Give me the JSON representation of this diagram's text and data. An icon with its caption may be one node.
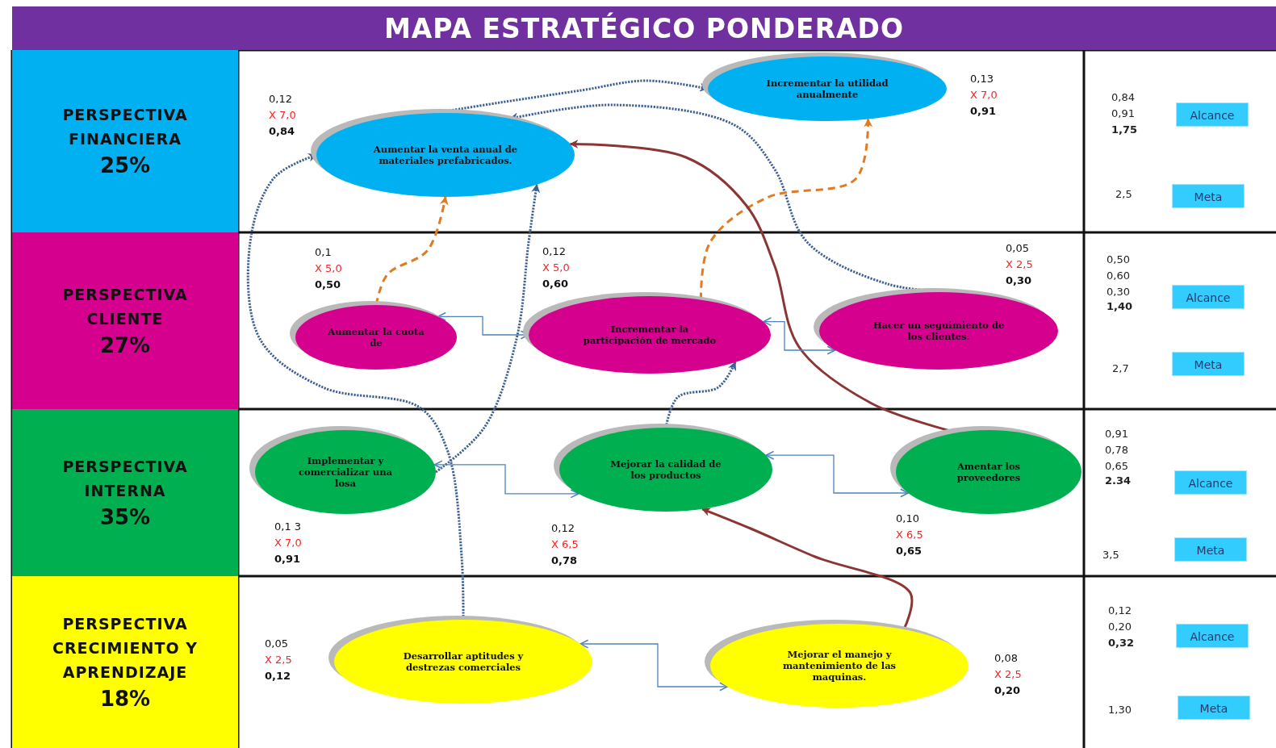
{
  "diagram": {
    "title": "MAPA ESTRATÉGICO PONDERADO",
    "nodes": [
      {
        "text": [
          "PERSPECTIVA FINANCIERA",
          "25%"
        ]
      },
      {
        "text": [
          "PERSPECTIVA CLIENTE",
          "27%"
        ]
      },
      {
        "text": [
          "PERSPECTIVA INTERNA",
          "35%"
        ]
      },
      {
        "text": [
          "PERSPECTIVA CRECIMIENTO Y APRENDIZAJE",
          "18%"
        ]
      },
      {
        "text": [
          "Aumentar la venta anual de materiales prefabricados."
        ],
        "beside": [
          "0,12",
          "X 7,0",
          "0,84"
        ]
      },
      {
        "text": [
          "Incrementar la utilidad anualmente"
        ],
        "beside": [
          "0,13",
          "X 7,0",
          "0,91"
        ]
      },
      {
        "text": [
          "Aumentar la cuota de"
        ],
        "beside": [
          "0,1",
          "X 5,0",
          "0,50"
        ]
      },
      {
        "text": [
          "Incrementar la participación de mercado"
        ],
        "beside": [
          "0,12",
          "X 5,0",
          "0,60"
        ]
      },
      {
        "text": [
          "Hacer un seguimiento de los clientes."
        ],
        "beside": [
          "0,05",
          "X 2,5",
          "0,30"
        ]
      },
      {
        "text": [
          "Implementar y comercializar una losa"
        ],
        "beside": [
          "0,1 3",
          "X 7,0",
          "0,91"
        ]
      },
      {
        "text": [
          "Mejorar la calidad de los productos"
        ],
        "beside": [
          "0,12",
          "X 6,5",
          "0,78"
        ]
      },
      {
        "text": [
          "Amentar los proveedores"
        ],
        "beside": [
          "0,10",
          "X 6,5",
          "0,65"
        ]
      },
      {
        "text": [
          "Desarrollar aptitudes y destrezas comerciales"
        ],
        "beside": [
          "0,05",
          "X 2,5",
          "0,12"
        ]
      },
      {
        "text": [
          "Mejorar el manejo y mantenimiento de las maquinas."
        ],
        "beside": [
          "0,08",
          "X 2,5",
          "0,20"
        ]
      },
      {
        "text": [
          "Alcance"
        ]
      },
      {
        "text": [
          "Meta"
        ]
      },
      {
        "text": [
          "Alcance"
        ]
      },
      {
        "text": [
          "Meta"
        ]
      },
      {
        "text": [
          "Alcance"
        ]
      },
      {
        "text": [
          "Meta"
        ]
      },
      {
        "text": [
          "Alcance"
        ]
      },
      {
        "text": [
          "Meta"
        ]
      }
    ],
    "edges": [
      {
        "from": 4,
        "to": 5,
        "arrow": "to",
        "style": "dashed",
        "color": "#3d5f91"
      },
      {
        "from": 8,
        "to": 4,
        "arrow": "to",
        "style": "dashed",
        "color": "#3d5f91"
      },
      {
        "from": 12,
        "to": 4,
        "arrow": "to",
        "style": "dashed",
        "color": "#3d5f91"
      },
      {
        "from": 9,
        "to": 4,
        "arrow": "to",
        "style": "dashed",
        "color": "#3d5f91"
      },
      {
        "from": 10,
        "to": 7,
        "arrow": "to",
        "style": "dashed",
        "color": "#3d5f91"
      },
      {
        "from": 6,
        "to": 4,
        "arrow": "to",
        "style": "dashed",
        "color": "#e07b24"
      },
      {
        "from": 7,
        "to": 5,
        "arrow": "to",
        "style": "dashed",
        "color": "#e07b24"
      },
      {
        "from": 11,
        "to": 4,
        "arrow": "to",
        "color": "#8b3535"
      },
      {
        "from": 13,
        "to": 10,
        "arrow": "to",
        "color": "#8b3535"
      },
      {
        "from": 6,
        "to": 7,
        "arrow": "both",
        "color": "#4f81bd"
      },
      {
        "from": 7,
        "to": 8,
        "arrow": "both",
        "color": "#4f81bd"
      },
      {
        "from": 9,
        "to": 10,
        "arrow": "both",
        "color": "#4f81bd"
      },
      {
        "from": 10,
        "to": 11,
        "arrow": "both",
        "color": "#4f81bd"
      },
      {
        "from": 12,
        "to": 13,
        "arrow": "both",
        "color": "#4f81bd"
      }
    ],
    "labels": [
      "0,84",
      "0,91",
      "1,75",
      "2,5",
      "0,50",
      "0,60",
      "0,30",
      "1,40",
      "2,7",
      "0,91",
      "0,78",
      "0,65",
      "2.34",
      "3,5",
      "0,12",
      "0,20",
      "0,32",
      "1,30"
    ]
  }
}
